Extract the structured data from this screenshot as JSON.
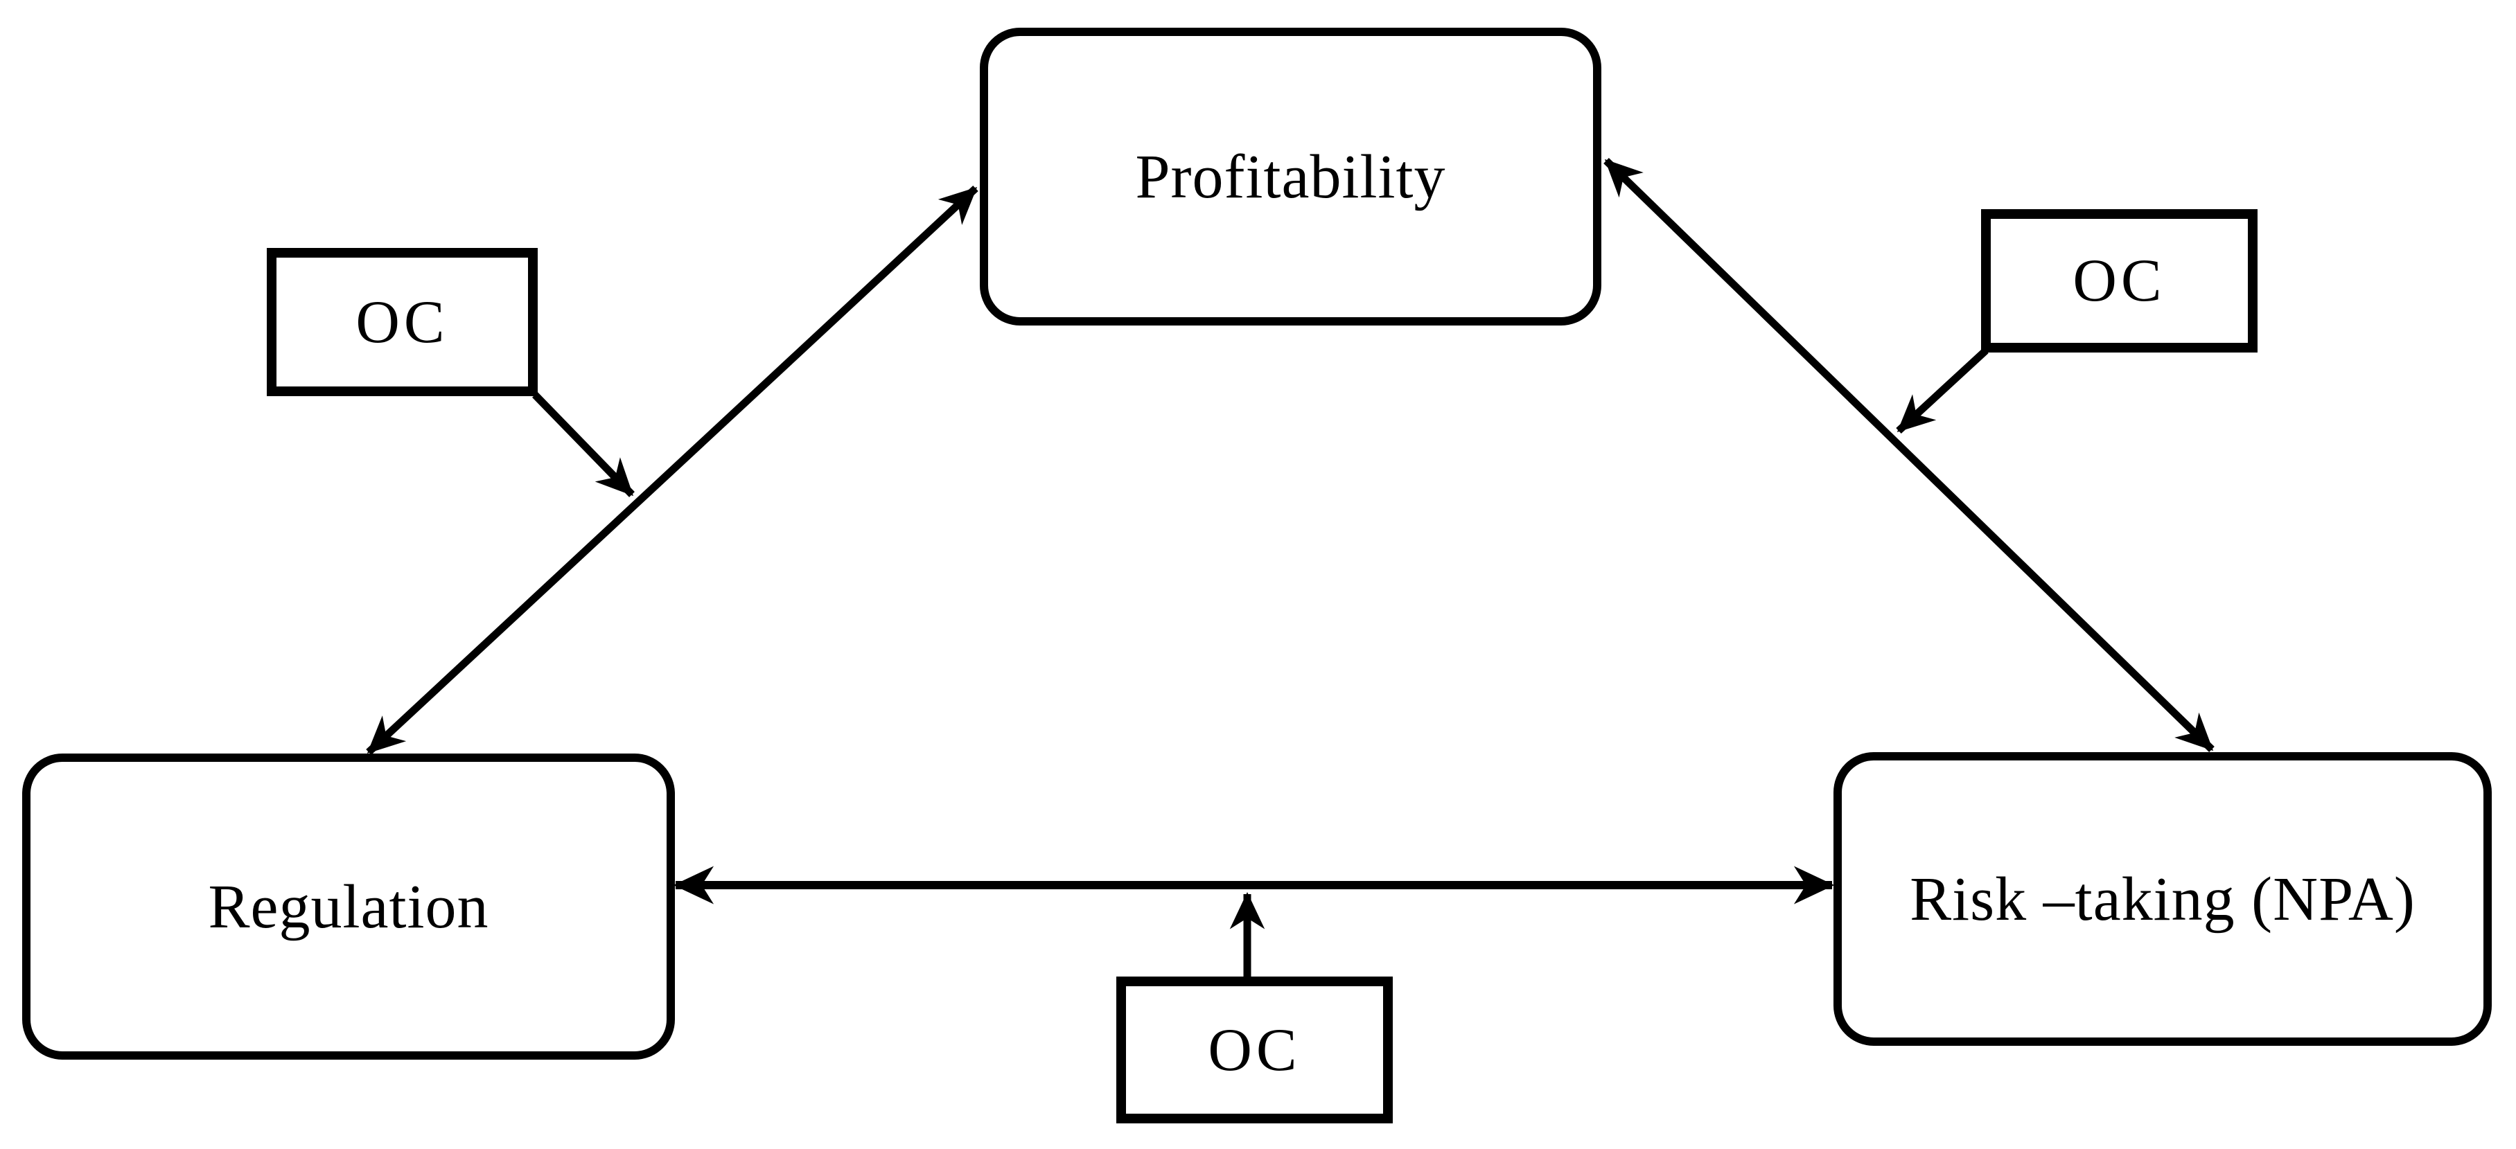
{
  "canvas": {
    "background": "#ffffff",
    "line_color": "#000000"
  },
  "nodes": {
    "profitability": {
      "label": "Profitability"
    },
    "regulation": {
      "label": "Regulation"
    },
    "risk_taking": {
      "label": "Risk –taking (NPA)"
    }
  },
  "moderators": {
    "oc_top_left": {
      "label": "OC"
    },
    "oc_top_right": {
      "label": "OC"
    },
    "oc_bottom": {
      "label": "OC"
    }
  }
}
